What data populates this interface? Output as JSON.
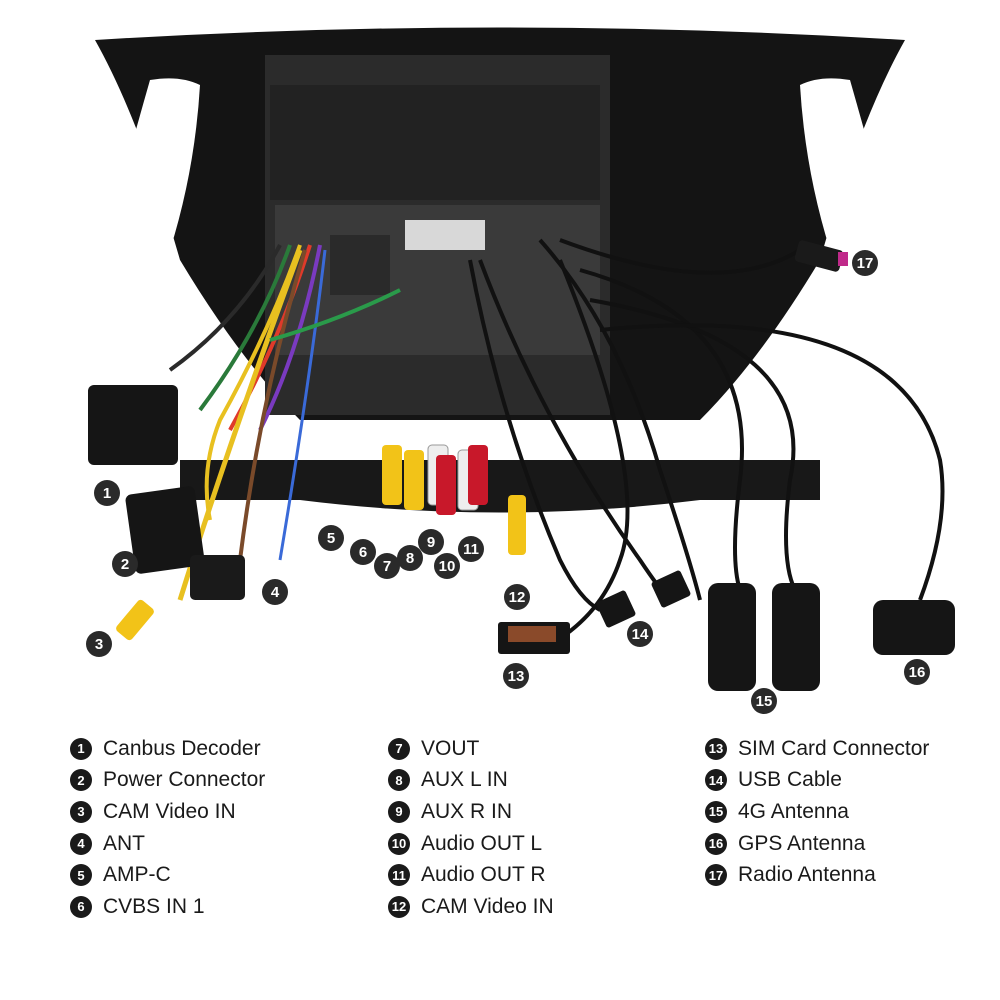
{
  "callouts": {
    "c1": "1",
    "c2": "2",
    "c3": "3",
    "c4": "4",
    "c5": "5",
    "c6": "6",
    "c7": "7",
    "c8": "8",
    "c9": "9",
    "c10": "10",
    "c11": "11",
    "c12": "12",
    "c13": "13",
    "c14": "14",
    "c15": "15",
    "c16": "16",
    "c17": "17"
  },
  "legend": [
    {
      "num": "1",
      "label": "Canbus Decoder"
    },
    {
      "num": "2",
      "label": "Power Connector"
    },
    {
      "num": "3",
      "label": "CAM Video IN"
    },
    {
      "num": "4",
      "label": "ANT"
    },
    {
      "num": "5",
      "label": "AMP-C"
    },
    {
      "num": "6",
      "label": "CVBS IN 1"
    },
    {
      "num": "7",
      "label": "VOUT"
    },
    {
      "num": "8",
      "label": "AUX L IN"
    },
    {
      "num": "9",
      "label": "AUX R IN"
    },
    {
      "num": "10",
      "label": "Audio OUT L"
    },
    {
      "num": "11",
      "label": "Audio OUT R"
    },
    {
      "num": "12",
      "label": "CAM Video IN"
    },
    {
      "num": "13",
      "label": "SIM Card Connector"
    },
    {
      "num": "14",
      "label": "USB Cable"
    },
    {
      "num": "15",
      "label": "4G Antenna"
    },
    {
      "num": "16",
      "label": "GPS Antenna"
    },
    {
      "num": "17",
      "label": "Radio Antenna"
    }
  ],
  "colors": {
    "bezel": "#141414",
    "panel": "#2b2b2b",
    "rca_yellow": "#f2c318",
    "rca_red": "#c8182a",
    "rca_white": "#eeeeee",
    "cable": "#111111"
  }
}
